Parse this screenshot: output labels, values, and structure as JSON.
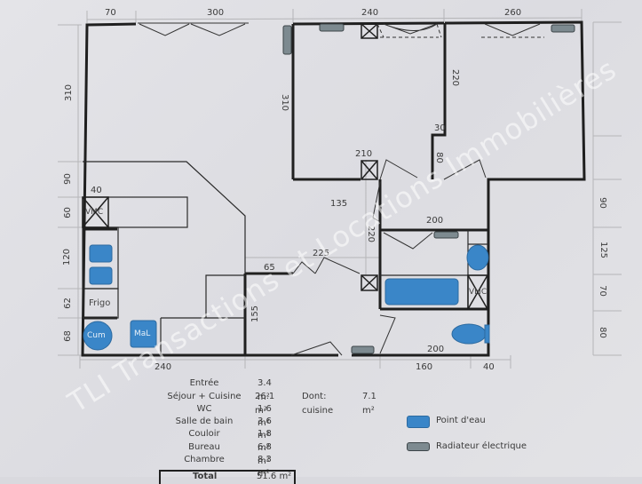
{
  "dimensions": {
    "top": [
      "70",
      "300",
      "240",
      "260"
    ],
    "left": [
      "310",
      "90",
      "60",
      "120",
      "62",
      "68"
    ],
    "right": [
      "90",
      "125",
      "70",
      "80"
    ],
    "bottom": [
      "240",
      "160",
      "40"
    ],
    "interior": {
      "sejour_right": "310",
      "chambre_left": "220",
      "step_30": "30",
      "step_80": "80",
      "kitchen_40": "40",
      "couloir_210": "210",
      "couloir_135": "135",
      "couloir_220": "220",
      "sdb_200_top": "200",
      "wc_200_bottom": "200",
      "entree_225": "225",
      "entree_65": "65",
      "entree_155": "155"
    }
  },
  "fixtures": {
    "vmc_kitchen": "VMC",
    "vmc_bath": "VMC",
    "frigo": "Frigo",
    "cum": "Cum",
    "mal": "MaL"
  },
  "areas": {
    "rows": [
      {
        "room": "Entrée",
        "area": "3.4 m²"
      },
      {
        "room": "Séjour + Cuisine",
        "area": "26.1 m²",
        "note_label": "Dont: cuisine",
        "note_value": "7.1 m²"
      },
      {
        "room": "WC",
        "area": "1.6 m²"
      },
      {
        "room": "Salle de bain",
        "area": "3.6 m²"
      },
      {
        "room": "Couloir",
        "area": "1.8 m²"
      },
      {
        "room": "Bureau",
        "area": "6.8 m²"
      },
      {
        "room": "Chambre",
        "area": "8.3 m²"
      }
    ],
    "total_label": "Total",
    "total_value": "51.6 m²"
  },
  "legend": {
    "water": {
      "label": "Point d'eau",
      "color": "#3a86c8"
    },
    "radiator": {
      "label": "Radiateur électrique",
      "color": "#7d8a90"
    }
  },
  "watermark": "TLI Transactions et Locations Immobilières",
  "colors": {
    "wall": "#1f1f1f",
    "water": "#3a86c8",
    "radiator": "#7d8a90"
  }
}
